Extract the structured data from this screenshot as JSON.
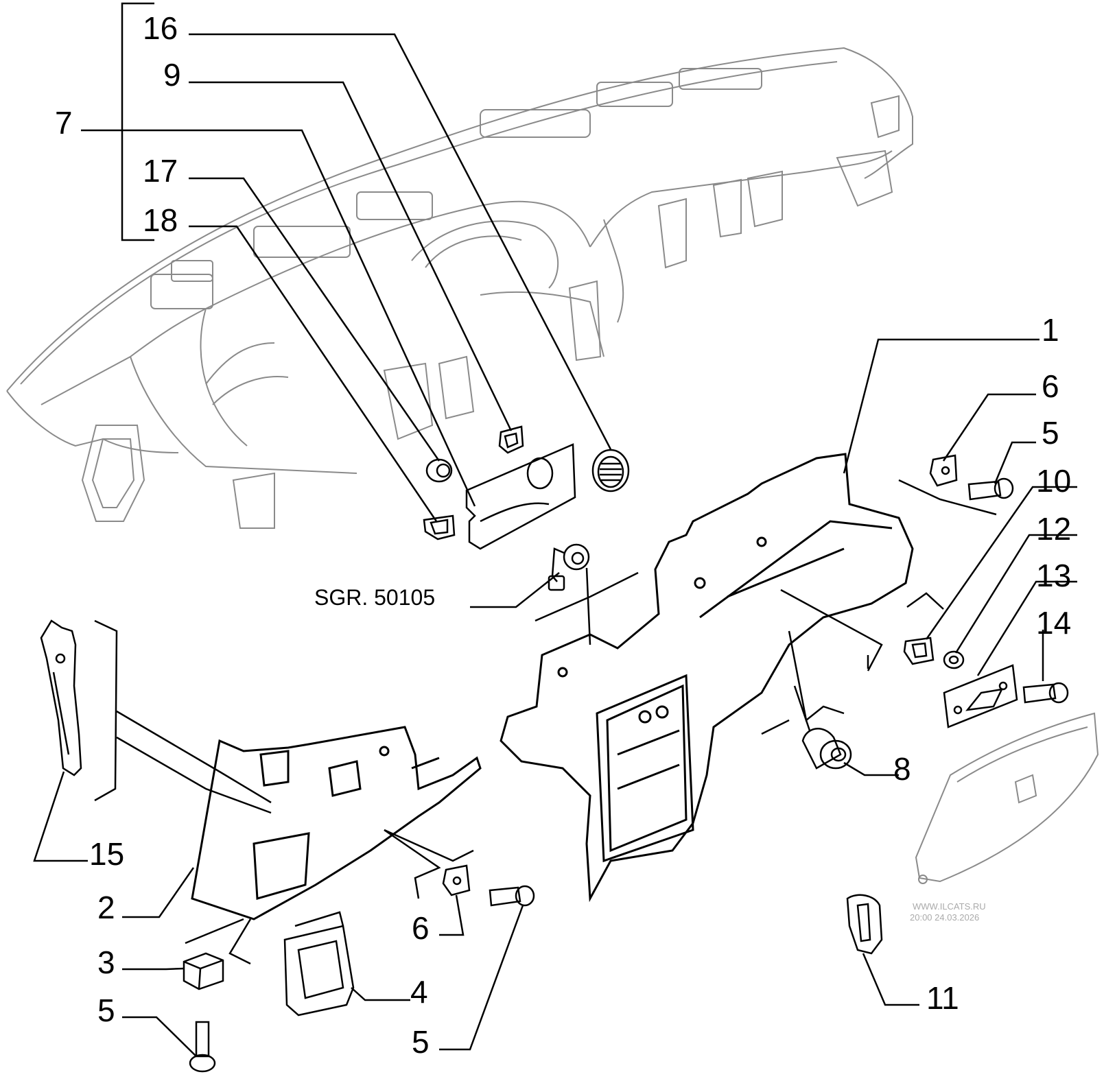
{
  "diagram": {
    "callouts": [
      "16",
      "9",
      "7",
      "17",
      "18",
      "1",
      "6",
      "5",
      "10",
      "12",
      "13",
      "14",
      "8",
      "15",
      "2",
      "3",
      "5",
      "4",
      "6",
      "5",
      "11"
    ],
    "reference": "SGR. 50105",
    "watermark": {
      "site": "WWW.ILCATS.RU",
      "datetime": "20:00 24.03.2026"
    },
    "colors": {
      "line": "#000000",
      "ghost_line": "#8a8a8a",
      "background": "#ffffff",
      "watermark": "#aaaaaa"
    }
  }
}
